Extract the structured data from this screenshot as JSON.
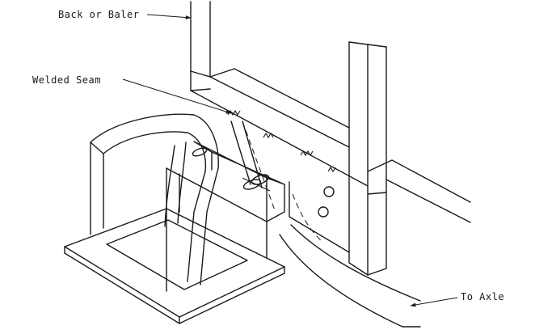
{
  "labels": {
    "back_or_baler": "Back or Baler",
    "welded_seam": "Welded Seam",
    "to_axle": "To Axle"
  }
}
